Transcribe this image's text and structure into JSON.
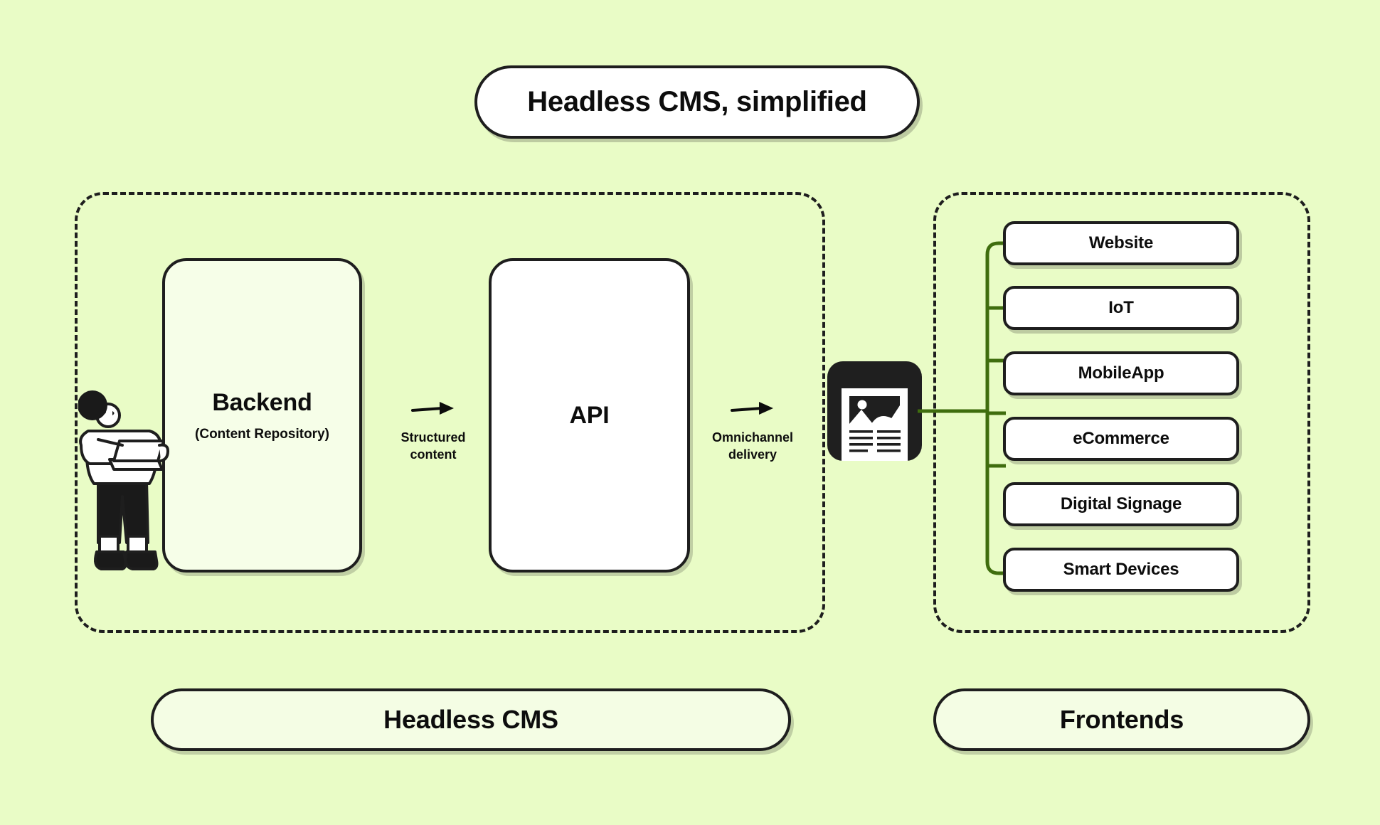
{
  "page": {
    "background_color": "#e9fcc6",
    "ink_color": "#1e1e1e",
    "connector_color": "#3f6d0e"
  },
  "title": {
    "text": "Headless CMS, simplified"
  },
  "cms_group": {
    "caption": "Headless CMS",
    "backend_card": {
      "title": "Backend",
      "subtitle": "(Content Repository)",
      "fill": "#f6fee8"
    },
    "api_card": {
      "title": "API",
      "fill": "#ffffff"
    },
    "author_illustration": "person-with-laptop-illustration"
  },
  "flows": [
    {
      "id": "structured-content",
      "label": "Structured\ncontent",
      "line1": "Structured",
      "line2": "content",
      "icon": "arrow-right-icon"
    },
    {
      "id": "omnichannel-delivery",
      "label": "Omnichannel\ndelivery",
      "line1": "Omnichannel",
      "line2": "delivery",
      "icon": "arrow-right-icon"
    }
  ],
  "device": {
    "icon": "article-page-icon"
  },
  "frontends_group": {
    "caption": "Frontends",
    "items": [
      {
        "label": "Website"
      },
      {
        "label": "IoT"
      },
      {
        "label": "MobileApp"
      },
      {
        "label": "eCommerce"
      },
      {
        "label": "Digital Signage"
      },
      {
        "label": "Smart Devices"
      }
    ]
  }
}
